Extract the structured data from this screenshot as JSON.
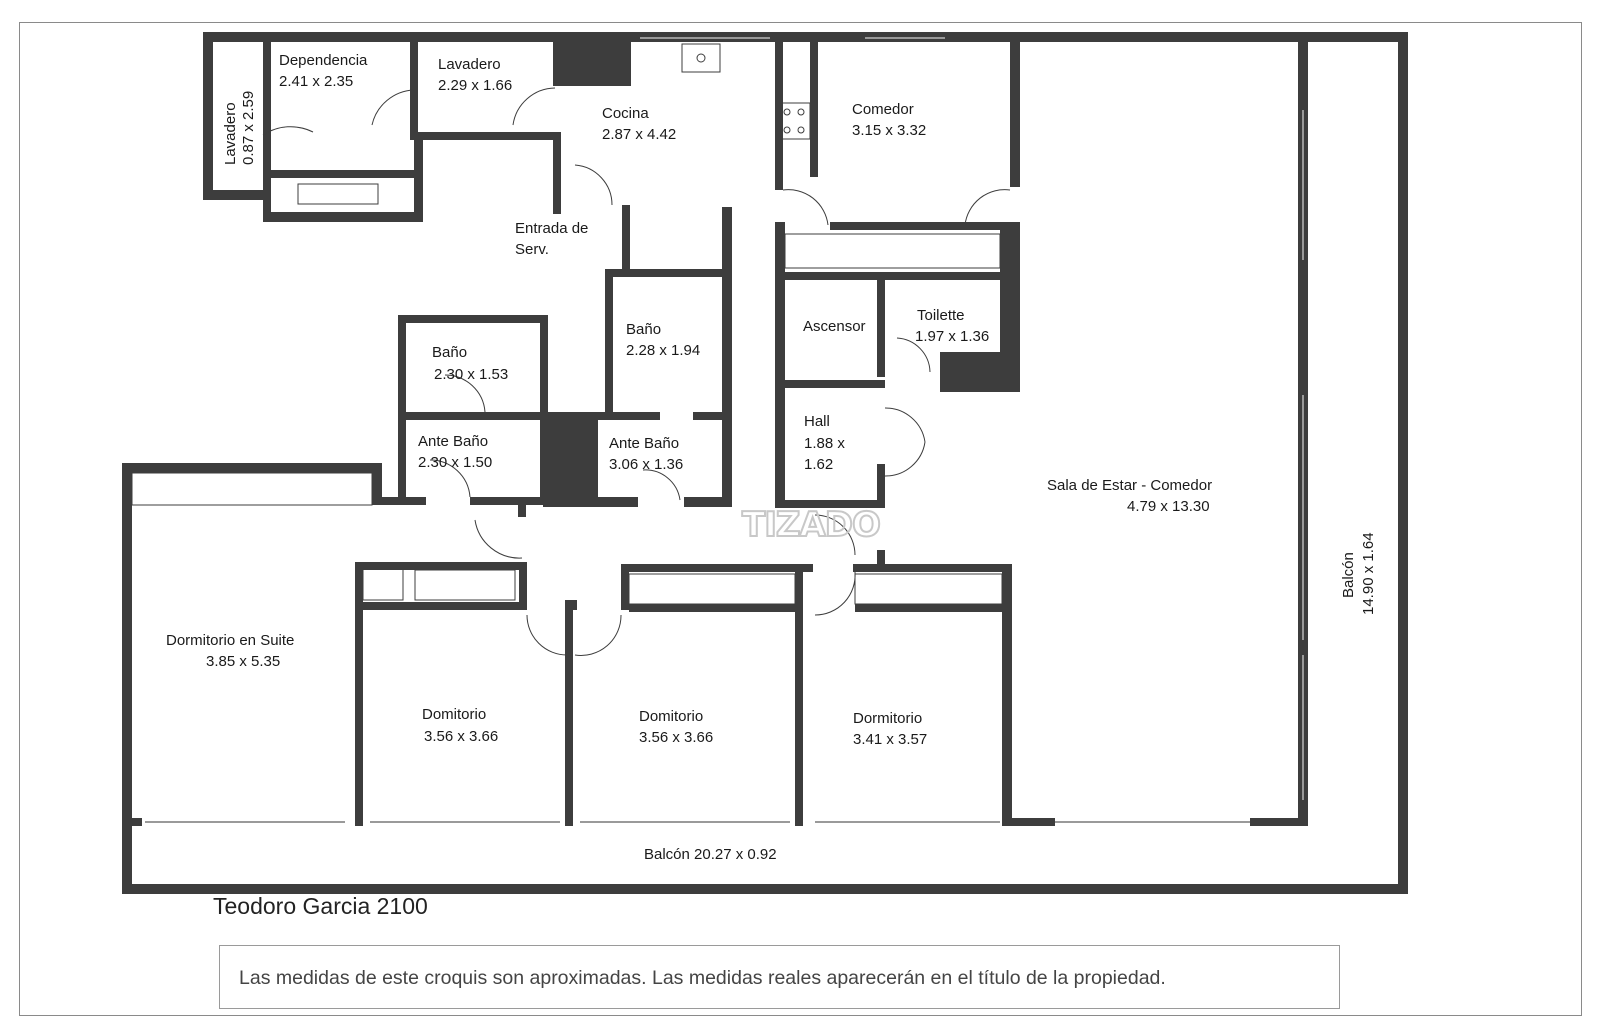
{
  "rooms": [
    {
      "id": "lavadero-small",
      "name": "Lavadero",
      "dims": "0.87 x 2.59"
    },
    {
      "id": "dependencia",
      "name": "Dependencia",
      "dims": "2.41 x 2.35"
    },
    {
      "id": "lavadero",
      "name": "Lavadero",
      "dims": "2.29 x 1.66"
    },
    {
      "id": "cocina",
      "name": "Cocina",
      "dims": "2.87 x 4.42"
    },
    {
      "id": "comedor",
      "name": "Comedor",
      "dims": "3.15 x 3.32"
    },
    {
      "id": "entrada-serv",
      "name": "Entrada de",
      "name2": "Serv."
    },
    {
      "id": "bano-left",
      "name": "Baño",
      "dims": "2.30 x 1.53"
    },
    {
      "id": "bano-mid",
      "name": "Baño",
      "dims": "2.28 x 1.94"
    },
    {
      "id": "ascensor",
      "name": "Ascensor"
    },
    {
      "id": "toilette",
      "name": "Toilette",
      "dims": "1.97 x 1.36"
    },
    {
      "id": "ante-bano-left",
      "name": "Ante Baño",
      "dims": "2.30 x 1.50"
    },
    {
      "id": "ante-bano-mid",
      "name": "Ante Baño",
      "dims": "3.06 x 1.36"
    },
    {
      "id": "hall",
      "name": "Hall",
      "dims": "1.88 x",
      "dims2": "1.62"
    },
    {
      "id": "sala",
      "name": "Sala de Estar - Comedor",
      "dims": "4.79 x 13.30"
    },
    {
      "id": "dorm-suite",
      "name": "Dormitorio en Suite",
      "dims": "3.85 x 5.35"
    },
    {
      "id": "dorm-1",
      "name": "Domitorio",
      "dims": "3.56 x 3.66"
    },
    {
      "id": "dorm-2",
      "name": "Domitorio",
      "dims": "3.56 x 3.66"
    },
    {
      "id": "dorm-3",
      "name": "Dormitorio",
      "dims": "3.41 x 3.57"
    },
    {
      "id": "balcon-side",
      "name": "Balcón",
      "dims": "14.90 x 1.64"
    }
  ],
  "balcon_bottom": "Balcón 20.27 x 0.92",
  "address": "Teodoro Garcia 2100",
  "disclaimer": "Las medidas de este croquis son aproximadas. Las medidas reales aparecerán en el título de la propiedad.",
  "watermark": "TIZADO",
  "colors": {
    "wall": "#3d3d3d",
    "background": "#ffffff",
    "text": "#1a1a1a"
  }
}
